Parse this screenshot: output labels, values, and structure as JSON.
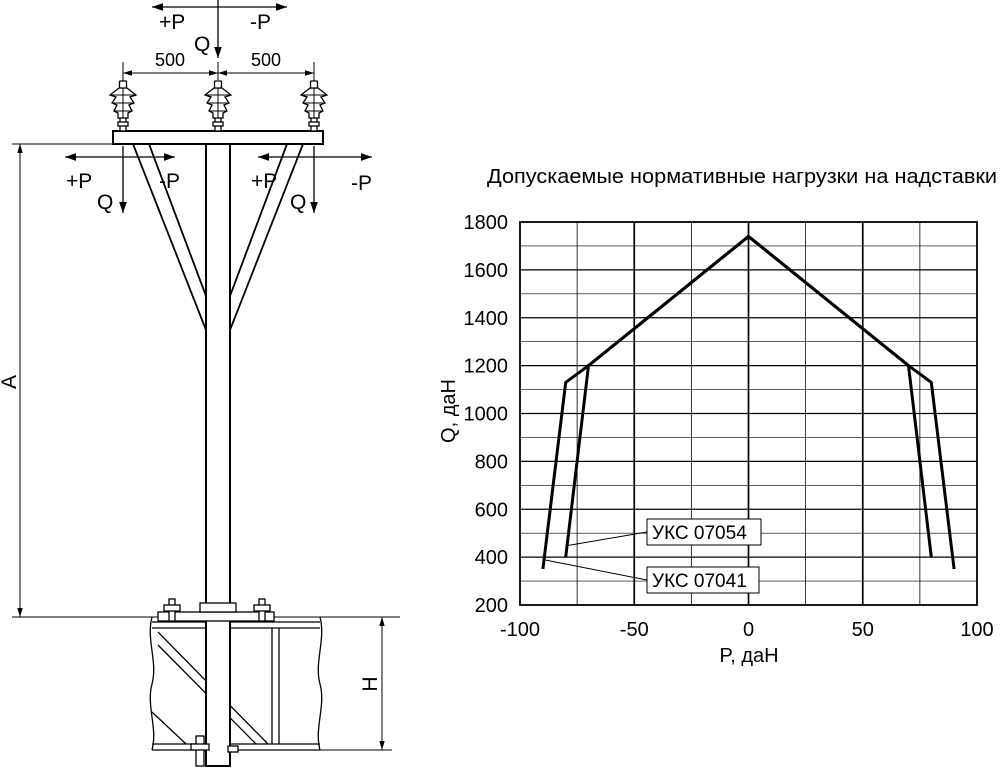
{
  "drawing": {
    "top_loads": {
      "plus_p": "+P",
      "minus_p": "-P",
      "q": "Q"
    },
    "spacing": {
      "left": "500",
      "right": "500"
    },
    "left_end_loads": {
      "plus_p": "+P",
      "minus_p": "-P",
      "q": "Q"
    },
    "right_end_loads": {
      "plus_p": "+P",
      "minus_p": "-P",
      "q": "Q"
    },
    "dimension_a": "A",
    "dimension_h": "H"
  },
  "chart_data": {
    "type": "line",
    "title": "Допускаемые нормативные нагрузки на надставки",
    "xlabel": "P, даН",
    "ylabel": "Q, даН",
    "xlim": [
      -100,
      100
    ],
    "ylim": [
      200,
      1800
    ],
    "xticks": [
      -100,
      -50,
      0,
      50,
      100
    ],
    "yticks": [
      200,
      400,
      600,
      800,
      1000,
      1200,
      1400,
      1600,
      1800
    ],
    "grid": true,
    "x_grid_step": 25,
    "y_grid_step": 100,
    "series": [
      {
        "name": "УКС 07054",
        "x": [
          -80,
          -70,
          0,
          70,
          80
        ],
        "y": [
          400,
          1200,
          1740,
          1200,
          400
        ]
      },
      {
        "name": "УКС 07041",
        "x": [
          -90,
          -80,
          -70,
          0,
          70,
          80,
          90
        ],
        "y": [
          350,
          1130,
          1200,
          1740,
          1200,
          1130,
          350
        ]
      }
    ],
    "colors": {
      "series": "#000000",
      "grid": "#000000",
      "background": "#ffffff"
    }
  }
}
